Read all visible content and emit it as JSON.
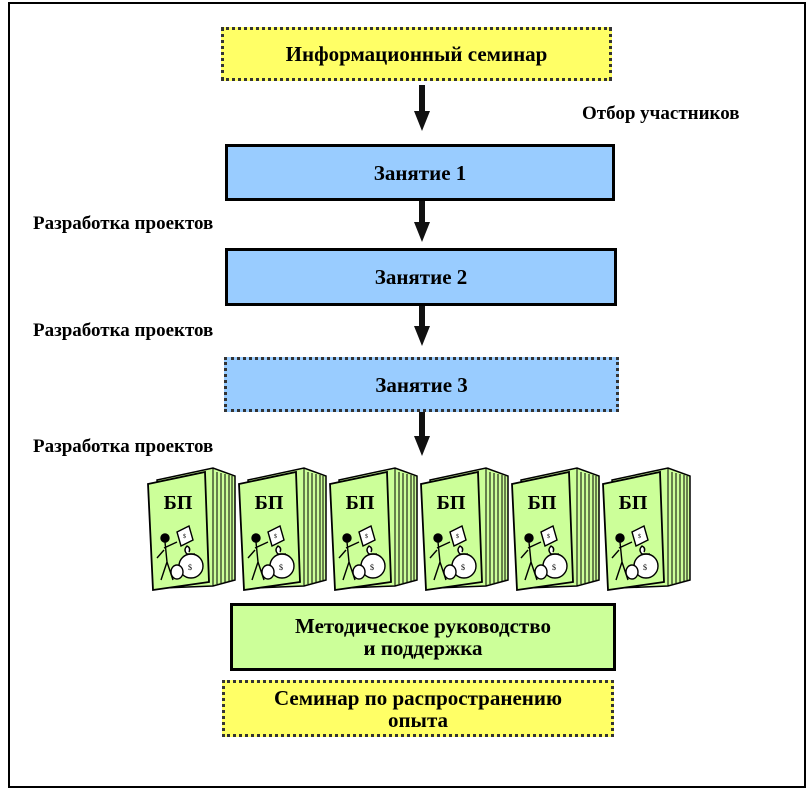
{
  "nodes": {
    "info_seminar": "Информационный семинар",
    "lesson1": "Занятие 1",
    "lesson2": "Занятие 2",
    "lesson3": "Занятие 3",
    "methodical_line1": "Методическое руководство",
    "methodical_line2": "и поддержка",
    "dissemination_line1": "Семинар по распространению",
    "dissemination_line2": "опыта"
  },
  "labels": {
    "selection": "Отбор участников",
    "dev1": "Разработка проектов",
    "dev2": "Разработка проектов",
    "dev3": "Разработка проектов"
  },
  "books": {
    "label": "БП",
    "count": 6
  },
  "colors": {
    "yellow": "#ffff66",
    "blue": "#99ccff",
    "green": "#ccff99"
  }
}
